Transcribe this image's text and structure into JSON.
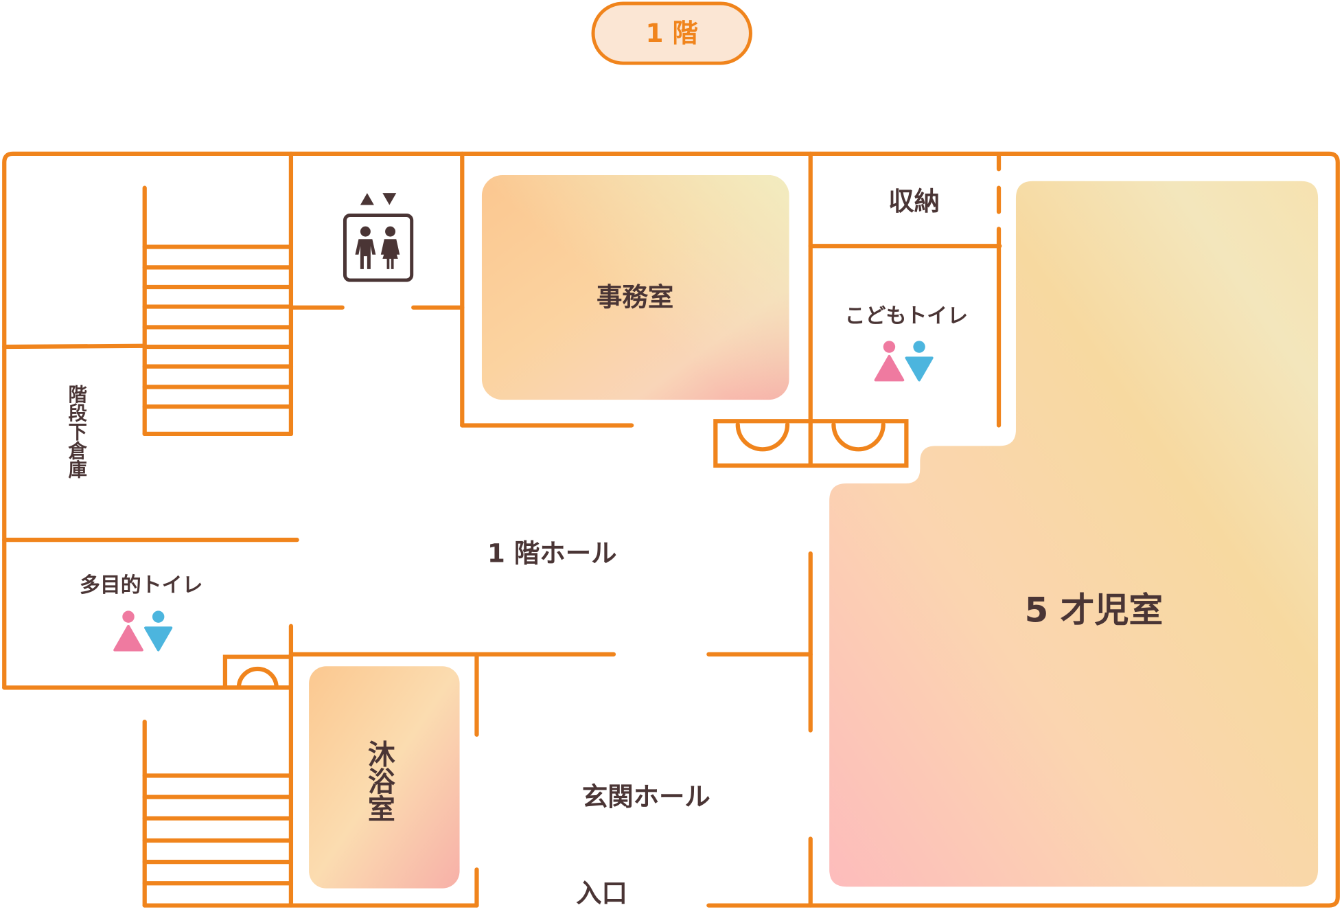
{
  "floor_label": "1 階",
  "rooms": {
    "office": "事務室",
    "storage": "収納",
    "kids_toilet": "こどもトイレ",
    "under_stair_storage": "階段下倉庫",
    "hall": "1 階ホール",
    "multipurpose_toilet": "多目的トイレ",
    "bath": "沐浴室",
    "entrance_hall": "玄関ホール",
    "entrance": "入口",
    "age5_room": "5 才児室"
  },
  "colors": {
    "wall": "#f0841c",
    "text": "#4a3535",
    "pill_fill": "#fbe6d4",
    "female": "#ef7aa0",
    "male": "#4cb5de"
  }
}
